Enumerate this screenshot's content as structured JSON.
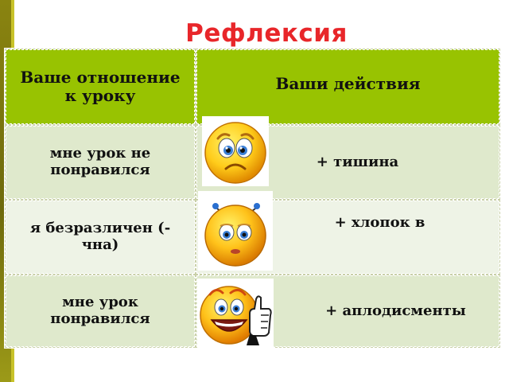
{
  "slide": {
    "title": "Рефлексия"
  },
  "table": {
    "headers": {
      "col1": "Ваше отношение к уроку",
      "col2": "Ваши действия"
    },
    "rows": [
      {
        "attitude": "мне урок не понравился",
        "action": "+ тишина",
        "emoji": "sad-face-icon"
      },
      {
        "attitude": "я безразличен (-чна)",
        "action": "+  хлопок в",
        "emoji": "neutral-face-icon"
      },
      {
        "attitude": "мне урок понравился",
        "action": "+  аплодисменты",
        "emoji": "happy-thumbs-up-face-icon"
      }
    ]
  },
  "colors": {
    "title": "#e8262a",
    "header": "#98c301",
    "row_odd": "#dfe9cc",
    "row_even": "#eef3e6",
    "left_bar": "#6e6a0c"
  }
}
